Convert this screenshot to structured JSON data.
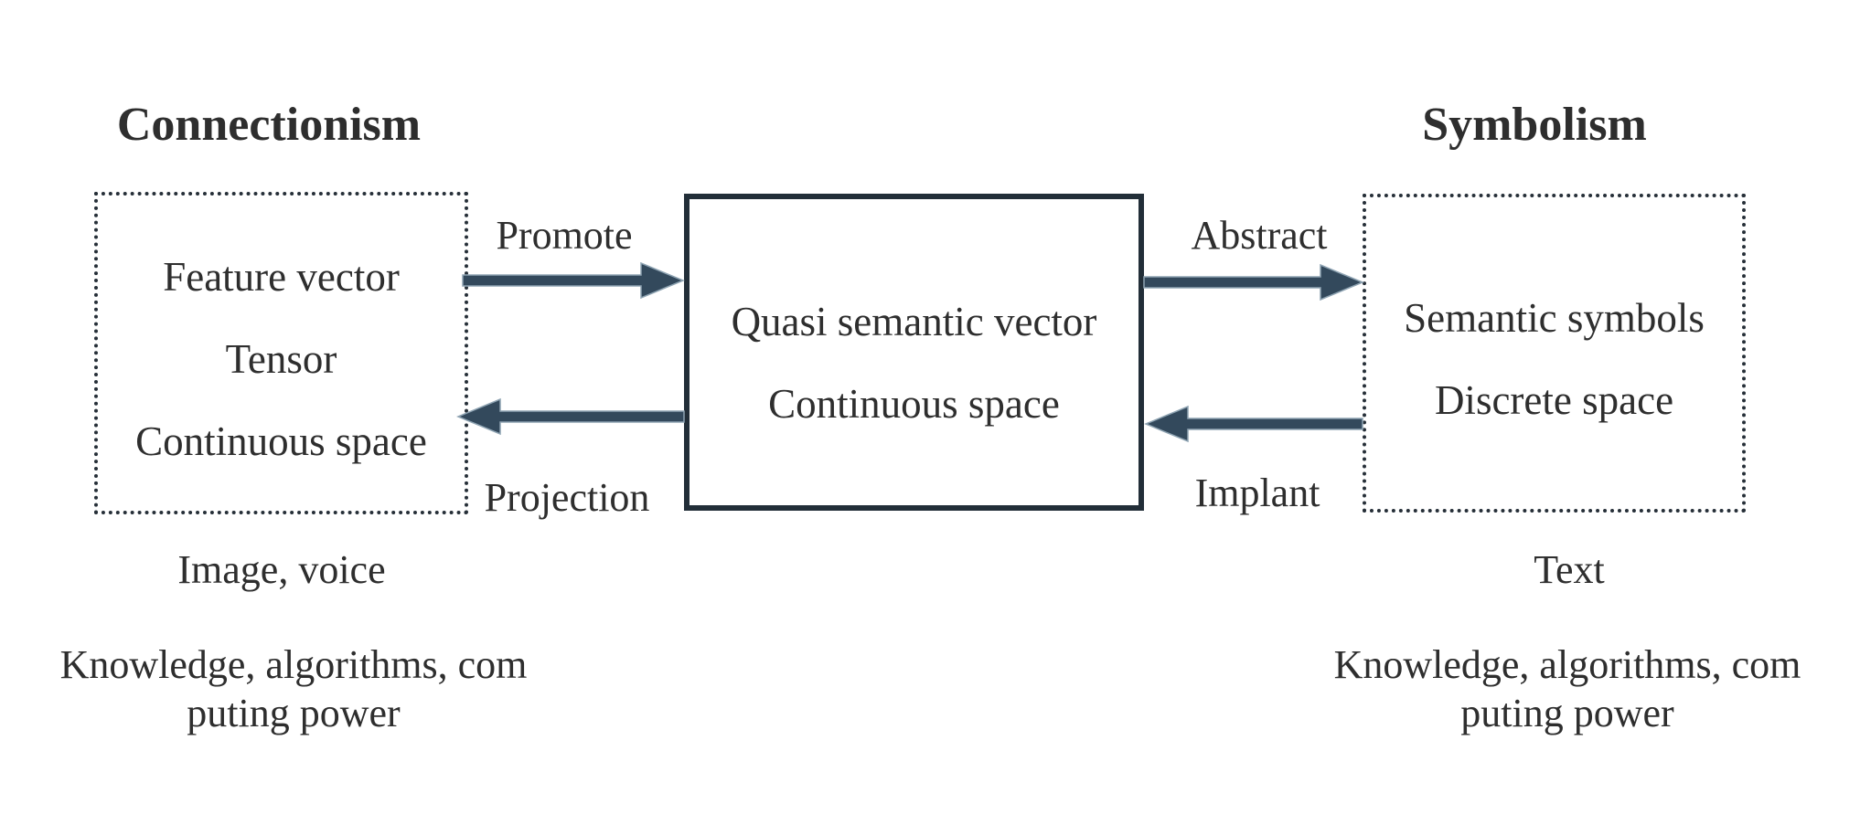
{
  "diagram": {
    "left": {
      "heading": "Connectionism",
      "box_items": [
        "Feature vector",
        "Tensor",
        "Continuous space"
      ],
      "caption": "Image, voice",
      "note_lines": [
        "Knowledge, algorithms, com",
        "puting power"
      ]
    },
    "center": {
      "box_items": [
        "Quasi semantic vector",
        "Continuous space"
      ]
    },
    "right": {
      "heading": "Symbolism",
      "box_items": [
        "Semantic symbols",
        "Discrete space"
      ],
      "caption": "Text",
      "note_lines": [
        "Knowledge, algorithms, com",
        "puting power"
      ]
    },
    "arrows": {
      "promote_label": "Promote",
      "projection_label": "Projection",
      "abstract_label": "Abstract",
      "implant_label": "Implant"
    },
    "colors": {
      "arrow_fill": "#33495c",
      "arrow_stroke": "#8ea3b2",
      "box_border": "#222e38",
      "dotted_border": "#262f38",
      "text": "#2e2e2e"
    }
  }
}
